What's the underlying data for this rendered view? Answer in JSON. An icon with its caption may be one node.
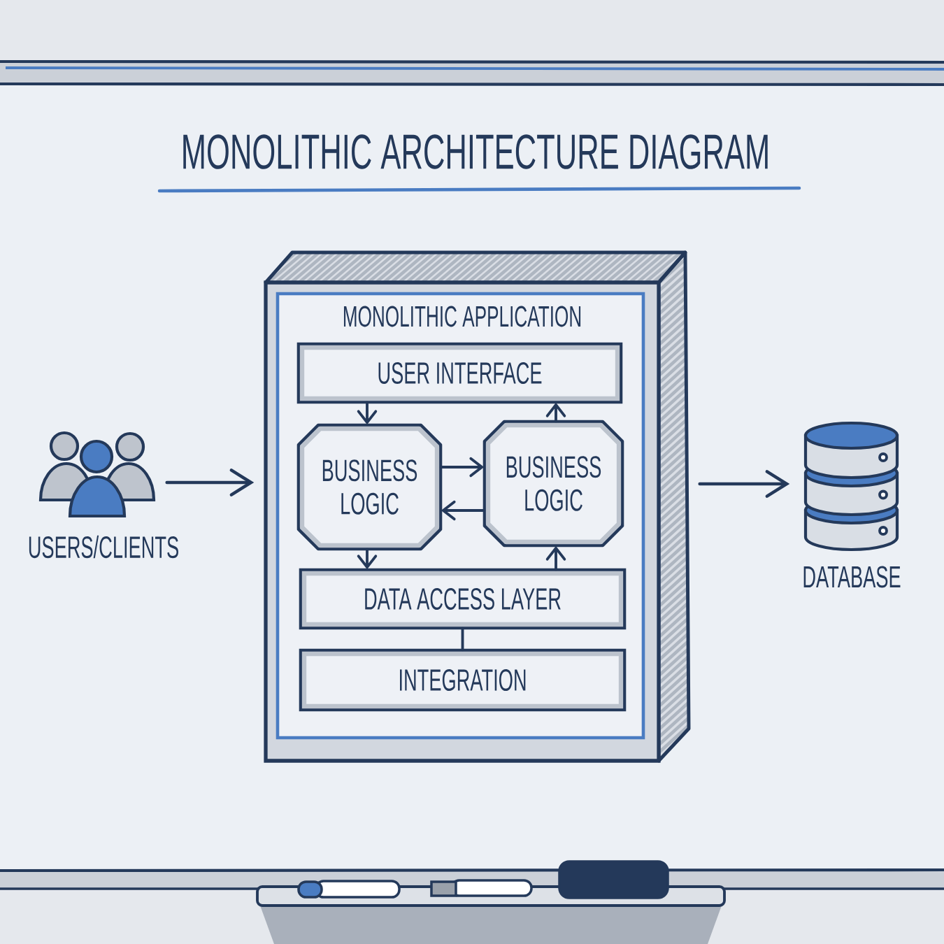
{
  "diagram": {
    "title": "MONOLITHIC ARCHITECTURE DIAGRAM",
    "nodes": [
      {
        "text": [
          "USERS/CLIENTS"
        ]
      },
      {
        "text": [
          "MONOLITHIC APPLICATION"
        ]
      },
      {
        "text": [
          "USER INTERFACE"
        ],
        "in": 1
      },
      {
        "text": [
          "BUSINESS LOGIC"
        ],
        "in": 1
      },
      {
        "text": [
          "BUSINESS LOGIC"
        ],
        "in": 1
      },
      {
        "text": [
          "DATA ACCESS LAYER"
        ],
        "in": 1
      },
      {
        "text": [
          "INTEGRATION"
        ],
        "in": 1
      },
      {
        "text": [
          "DATABASE"
        ]
      }
    ],
    "edges": [
      {
        "from": 0,
        "to": 1,
        "arrow": "to"
      },
      {
        "from": 2,
        "to": 3,
        "arrow": "to"
      },
      {
        "from": 3,
        "to": 4,
        "arrow": "to"
      },
      {
        "from": 4,
        "to": 3,
        "arrow": "to"
      },
      {
        "from": 4,
        "to": 2,
        "arrow": "to"
      },
      {
        "from": 3,
        "to": 5,
        "arrow": "to"
      },
      {
        "from": 5,
        "to": 4,
        "arrow": "to"
      },
      {
        "from": 5,
        "to": 6,
        "arrow": "none"
      },
      {
        "from": 1,
        "to": 7,
        "arrow": "to"
      }
    ]
  }
}
